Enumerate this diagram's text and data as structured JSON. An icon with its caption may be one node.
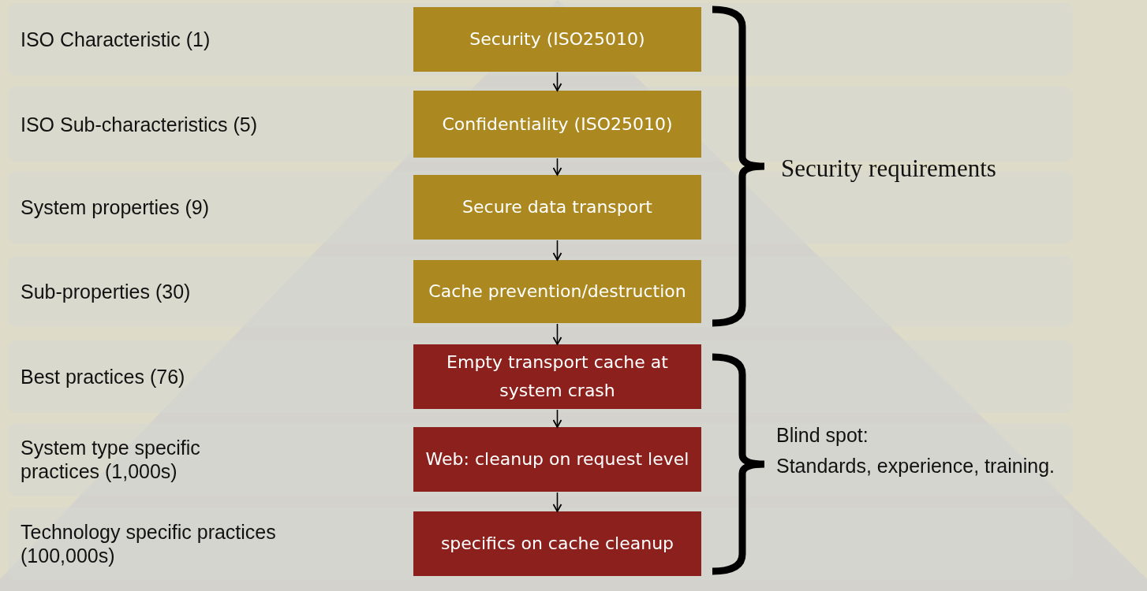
{
  "diagram": {
    "nodes": [
      {
        "text": [
          "ISO Characteristic (1)"
        ]
      },
      {
        "text": [
          "Security (ISO25010)"
        ],
        "in": 0
      },
      {
        "text": [
          "ISO Sub-characteristics (5)"
        ]
      },
      {
        "text": [
          "Confidentiality (ISO25010)"
        ],
        "in": 2
      },
      {
        "text": [
          "System properties (9)"
        ]
      },
      {
        "text": [
          "Secure data transport"
        ],
        "in": 4
      },
      {
        "text": [
          "Sub-properties (30)"
        ]
      },
      {
        "text": [
          "Cache prevention/destruction"
        ],
        "in": 6
      },
      {
        "text": [
          "Best practices (76)"
        ]
      },
      {
        "text": [
          "Empty transport cache at system crash"
        ],
        "in": 8
      },
      {
        "text": [
          "System type specific practices (1,000s)"
        ]
      },
      {
        "text": [
          "Web: cleanup on request level"
        ],
        "in": 10
      },
      {
        "text": [
          "Technology specific practices (100,000s)"
        ]
      },
      {
        "text": [
          "specifics on cache cleanup"
        ],
        "in": 12
      }
    ],
    "edges": [
      {
        "from": 1,
        "to": 3,
        "arrow": "to"
      },
      {
        "from": 3,
        "to": 5,
        "arrow": "to"
      },
      {
        "from": 5,
        "to": 7,
        "arrow": "to"
      },
      {
        "from": 7,
        "to": 9,
        "arrow": "to"
      },
      {
        "from": 9,
        "to": 11,
        "arrow": "to"
      },
      {
        "from": 11,
        "to": 13,
        "arrow": "to"
      }
    ],
    "labels": [
      "Security requirements",
      "Blind spot:",
      "Standards, experience, training."
    ]
  }
}
